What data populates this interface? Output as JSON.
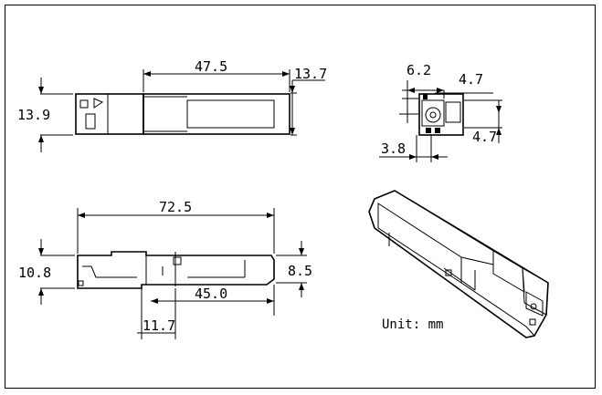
{
  "dimensions": {
    "top_view_length": "47.5",
    "top_view_width": "13.7",
    "top_view_left_width": "13.9",
    "front_view_left": "6.2",
    "front_view_right_top": "4.7",
    "front_view_right_side": "4.7",
    "front_view_bottom": "3.8",
    "side_view_total_length": "72.5",
    "side_view_left_height": "10.8",
    "side_view_right_height": "8.5",
    "side_view_inner_length": "45.0",
    "side_view_offset": "11.7"
  },
  "unit_label": "Unit: mm"
}
